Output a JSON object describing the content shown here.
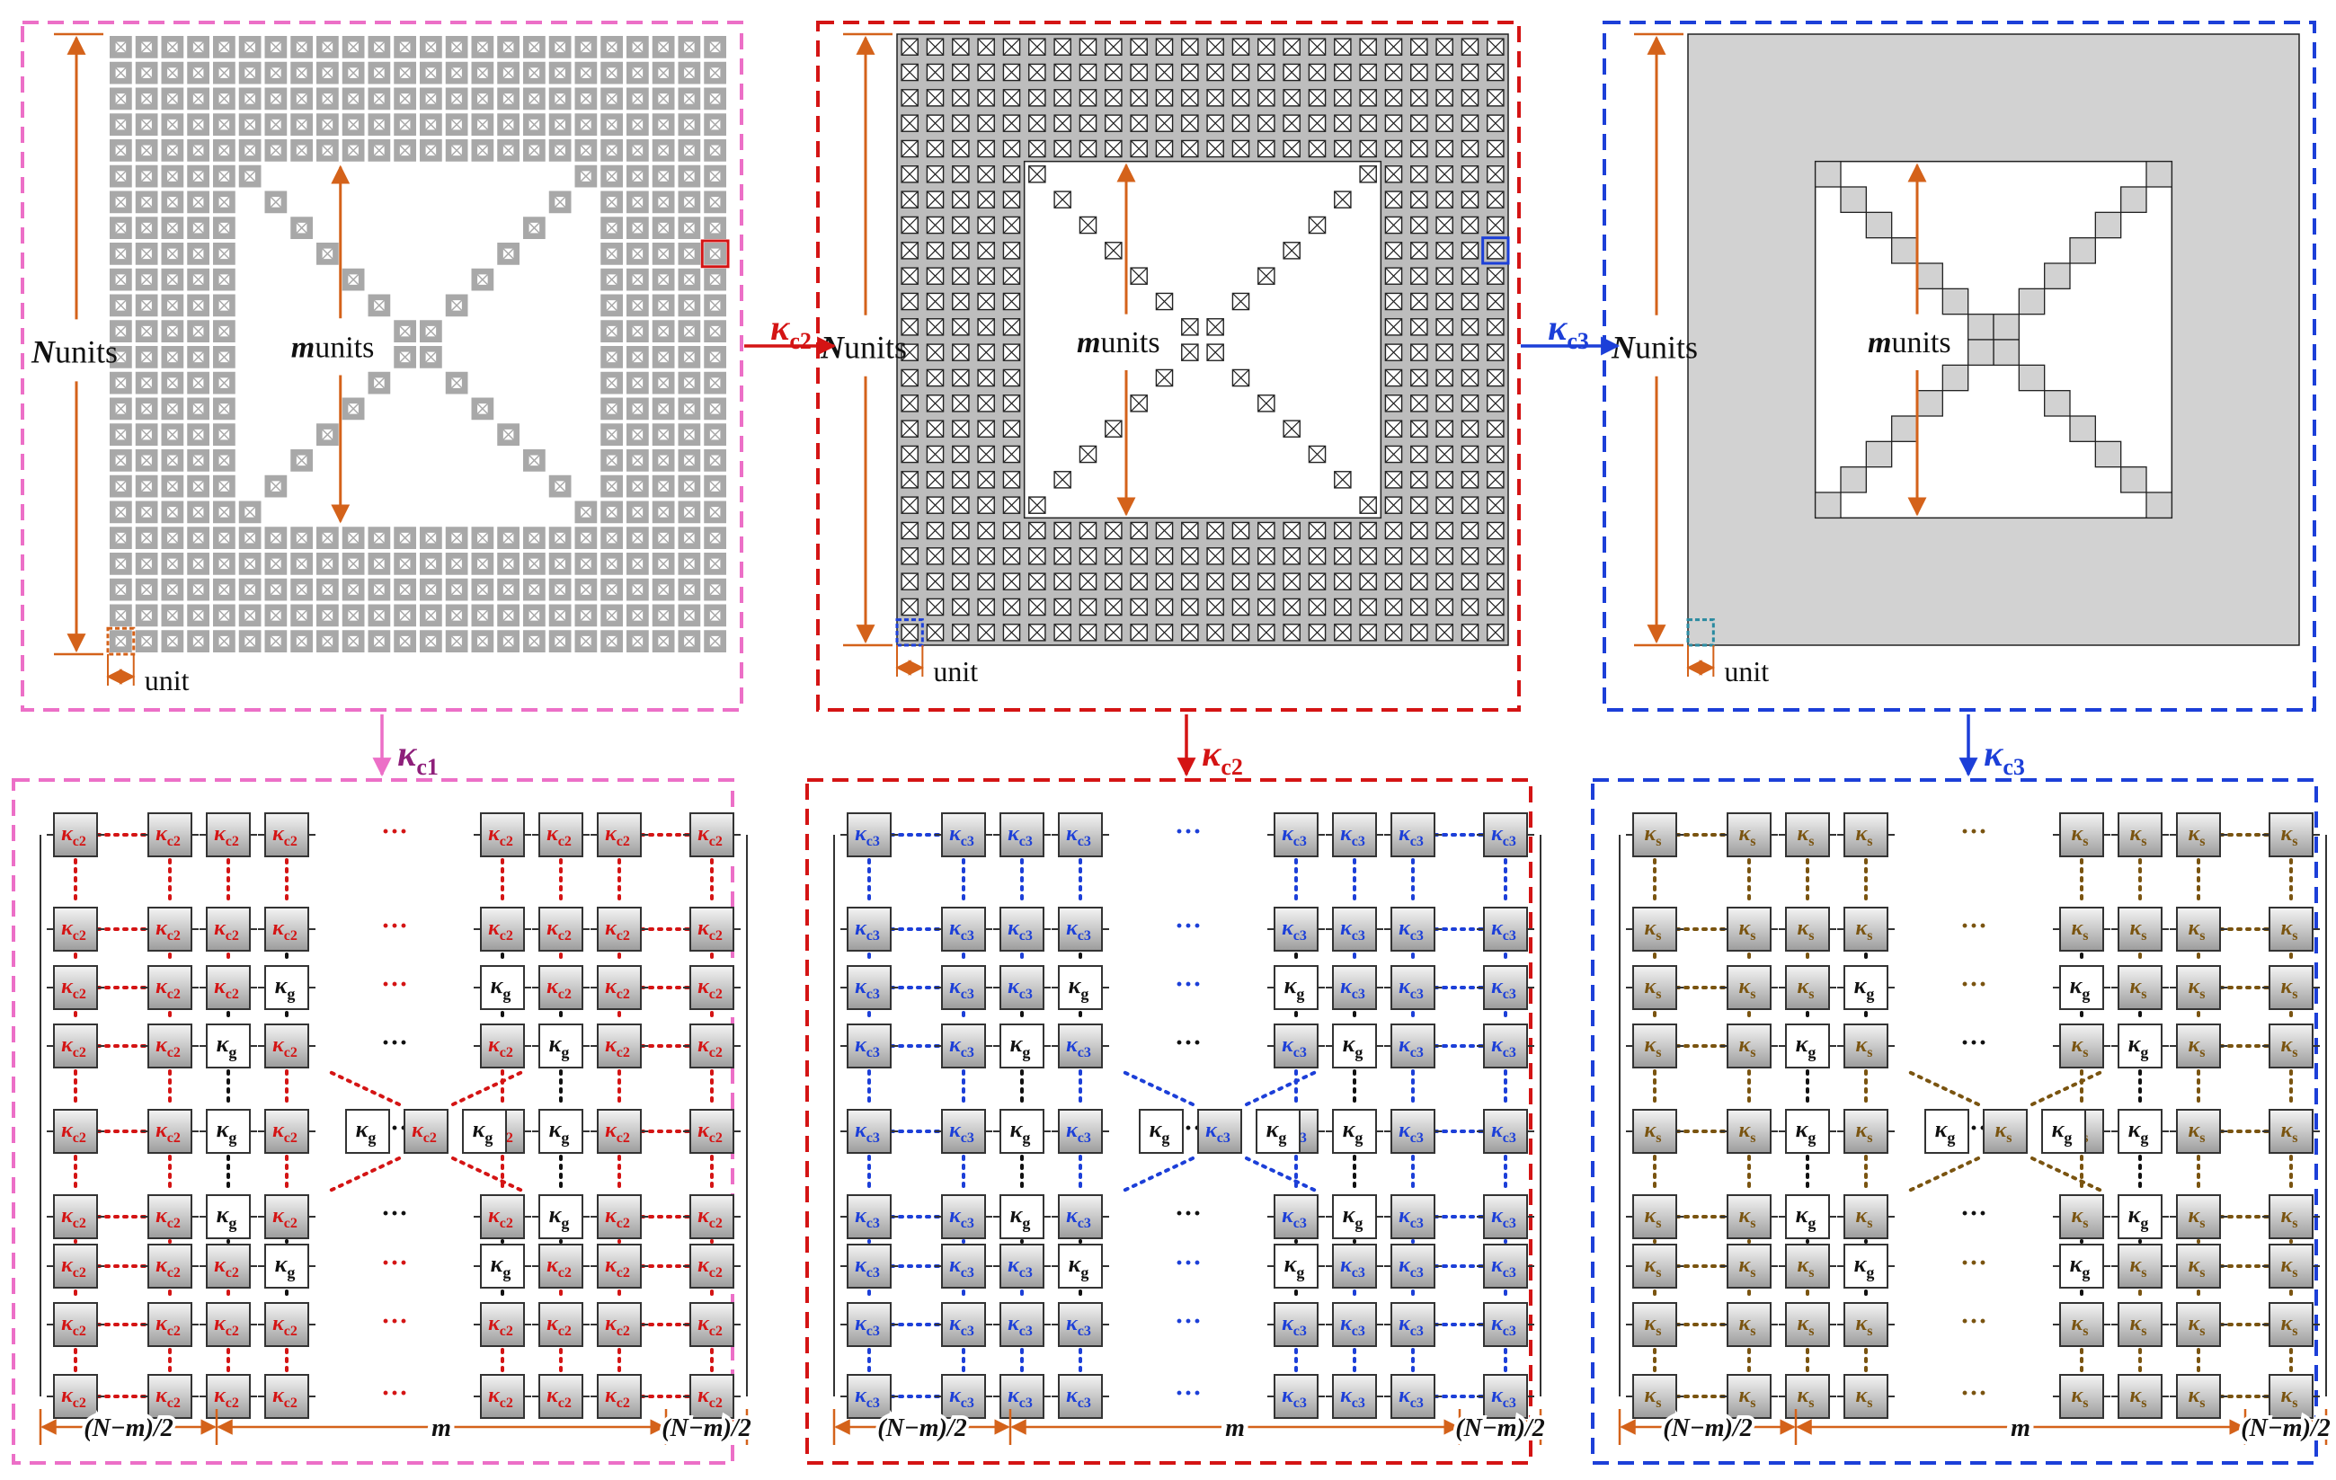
{
  "colors": {
    "pink": "#ec6fc7",
    "red": "#d41414",
    "blue": "#1c3fd8",
    "orange": "#d4621a",
    "purple": "#8e1f7a",
    "brown": "#7a5410",
    "teal": "#2a8aa0",
    "gray": "#a8a8a8",
    "lightgray": "#d2d2d2"
  },
  "labels": {
    "N": "N",
    "units": "units",
    "m": "m",
    "unit": "unit",
    "kappa": "κ",
    "sub_c1": "c1",
    "sub_c2": "c2",
    "sub_c3": "c3",
    "sub_g": "g",
    "sub_s": "s",
    "dots": "···",
    "half_span": "(N−m)/2",
    "m_span": "m"
  },
  "lattice": {
    "columns_visible": 8,
    "rows_visible": 9,
    "ellipsis_column_after": 4,
    "ellipsis_row_index": 4
  },
  "panels": [
    {
      "id": "top-left",
      "frame_color": "pink",
      "style": "gray-cross"
    },
    {
      "id": "top-mid",
      "frame_color": "red",
      "style": "dark-cross"
    },
    {
      "id": "top-right",
      "frame_color": "blue",
      "style": "solid-gray"
    }
  ],
  "bottom_panels": [
    {
      "id": "bottom-left",
      "frame_color": "pink",
      "coupling": "c2",
      "text_color": "red",
      "arrow_label": "c1",
      "arrow_color": "purple"
    },
    {
      "id": "bottom-mid",
      "frame_color": "red",
      "coupling": "c3",
      "text_color": "blue",
      "arrow_label": "c2",
      "arrow_color": "red"
    },
    {
      "id": "bottom-right",
      "frame_color": "blue",
      "coupling": "s",
      "text_color": "brown",
      "arrow_label": "c3",
      "arrow_color": "blue"
    }
  ]
}
